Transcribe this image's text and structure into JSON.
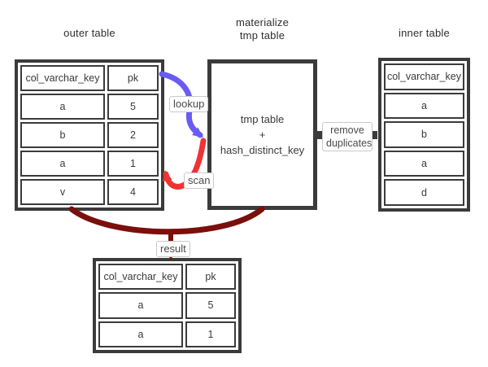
{
  "titles": {
    "outer": "outer table",
    "middle_line1": "materialize",
    "middle_line2": "tmp table",
    "inner": "inner table"
  },
  "outer_table": {
    "headers": [
      "col_varchar_key",
      "pk"
    ],
    "rows": [
      [
        "a",
        "5"
      ],
      [
        "b",
        "2"
      ],
      [
        "a",
        "1"
      ],
      [
        "v",
        "4"
      ]
    ]
  },
  "tmp_box": {
    "line1": "tmp table",
    "line2": "+",
    "line3": "hash_distinct_key"
  },
  "inner_table": {
    "header": "col_varchar_key",
    "rows": [
      "a",
      "b",
      "a",
      "d"
    ]
  },
  "result_table": {
    "headers": [
      "col_varchar_key",
      "pk"
    ],
    "rows": [
      [
        "a",
        "5"
      ],
      [
        "a",
        "1"
      ]
    ]
  },
  "labels": {
    "lookup": "lookup",
    "scan": "scan",
    "result": "result",
    "remove_line1": "remove",
    "remove_line2": "duplicates"
  },
  "colors": {
    "border": "#3b3b3b",
    "lookup_arrow": "#6a5cf2",
    "scan_arrow": "#ee3333",
    "result_arrow": "#7a0f0b",
    "connector": "#3b3b3b"
  }
}
